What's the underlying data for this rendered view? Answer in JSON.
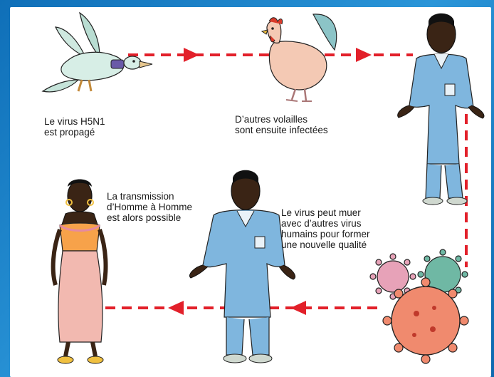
{
  "captions": {
    "bird_spread": "Le virus H5N1\nest propagé",
    "poultry_infected": "D’autres volailles\nsont ensuite infectées",
    "human_transmission": "La transmission\nd’Homme à Homme\nest alors possible",
    "virus_mutation": "Le virus peut muer\navec d’autres virus\nhumains pour former\nune nouvelle qualité"
  },
  "icons": [
    "duck-icon",
    "chicken-icon",
    "man-icon",
    "virus-icon",
    "woman-icon"
  ],
  "colors": {
    "arrow": "#e2202a",
    "frame": "#1a7fc4",
    "clothing_man": "#7fb6de",
    "dress_woman": "#f2b9b0",
    "top_woman": "#f7a24a"
  }
}
